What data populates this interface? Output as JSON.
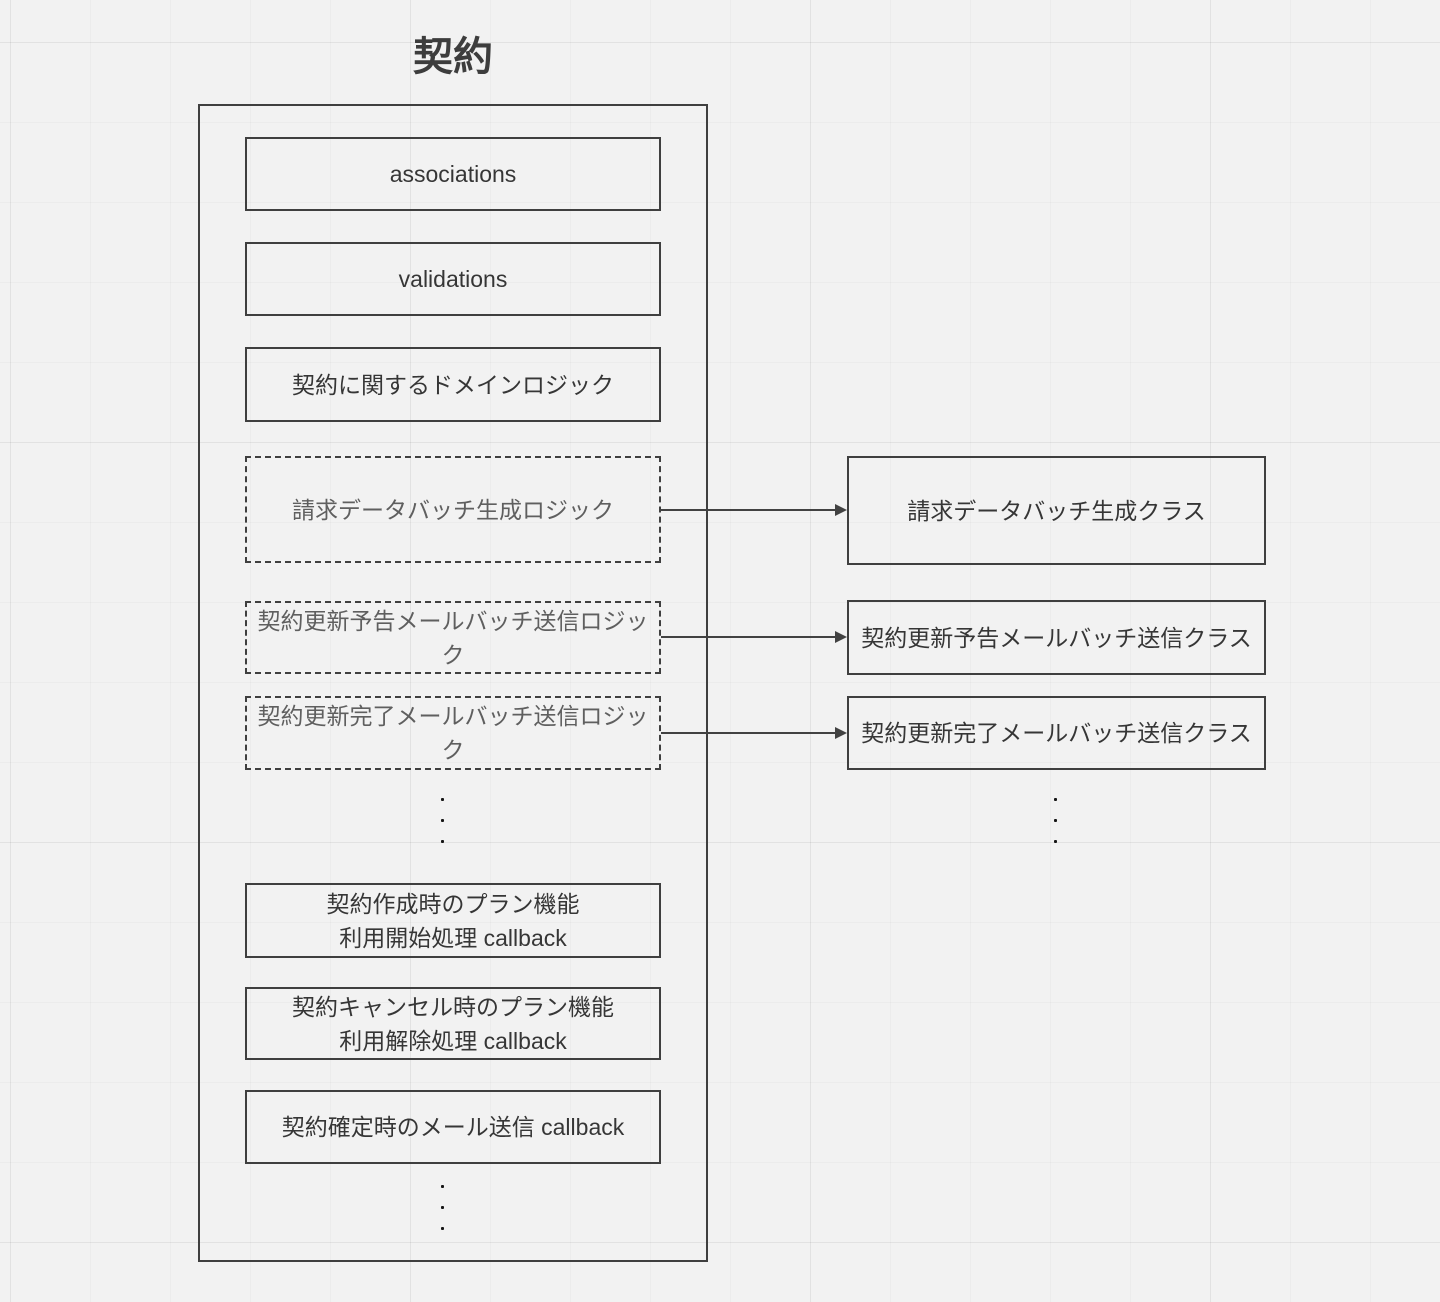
{
  "colors": {
    "background": "#f2f2f2",
    "shape_stroke": "#3f3f3f",
    "arrow": "#424242",
    "text_primary": "#363636",
    "text_secondary": "#5f5f5f"
  },
  "diagram": {
    "title": "契約",
    "model_sections": {
      "associations": "associations",
      "validations": "validations",
      "domain_logic": "契約に関するドメインロジック",
      "billing_batch_logic": "請求データバッチ生成ロジック",
      "renewal_notice_mail_logic": "契約更新予告メールバッチ送信ロジック",
      "renewal_complete_mail_logic": "契約更新完了メールバッチ送信ロジック",
      "plan_start_callback_line1": "契約作成時のプラン機能",
      "plan_start_callback_line2": "利用開始処理 callback",
      "plan_cancel_callback_line1": "契約キャンセル時のプラン機能",
      "plan_cancel_callback_line2": "利用解除処理 callback",
      "confirm_mail_callback": "契約確定時のメール送信 callback"
    },
    "extracted_classes": {
      "billing_batch_class": "請求データバッチ生成クラス",
      "renewal_notice_mail_class": "契約更新予告メールバッチ送信クラス",
      "renewal_complete_mail_class": "契約更新完了メールバッチ送信クラス"
    }
  }
}
